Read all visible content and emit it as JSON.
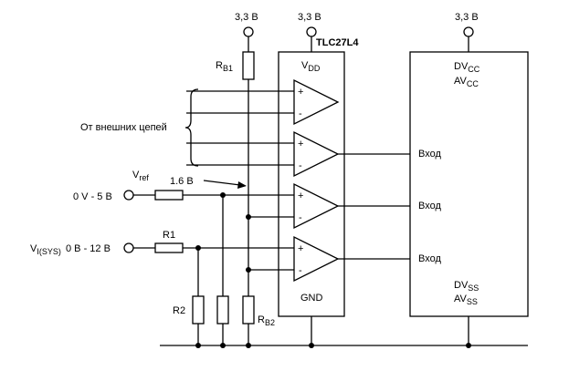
{
  "supply": {
    "rb1": "3,3 В",
    "chip": "3,3 В",
    "adc": "3,3 В"
  },
  "opamp": {
    "part": "TLC27L4",
    "vdd_main": "V",
    "vdd_sub": "DD",
    "gnd": "GND"
  },
  "adc": {
    "dvcc_main": "DV",
    "dvcc_sub": "CC",
    "avcc_main": "AV",
    "avcc_sub": "CC",
    "dvss_main": "DV",
    "dvss_sub": "SS",
    "avss_main": "AV",
    "avss_sub": "SS",
    "inputs": [
      "Вход",
      "Вход",
      "Вход"
    ]
  },
  "inputs": {
    "external": "От внешних цепей",
    "vref_main": "V",
    "vref_sub": "ref",
    "vref_level": "1.6 В",
    "range1": "0 V - 5 В",
    "vsys_main": "V",
    "vsys_sub": "I(SYS)",
    "range2": "0 В - 12 В"
  },
  "resistors": {
    "rb1_main": "R",
    "rb1_sub": "B1",
    "rb2_main": "R",
    "rb2_sub": "B2",
    "r1": "R1",
    "r2": "R2"
  },
  "opamp_signs": {
    "plus": "+",
    "minus": "-"
  }
}
